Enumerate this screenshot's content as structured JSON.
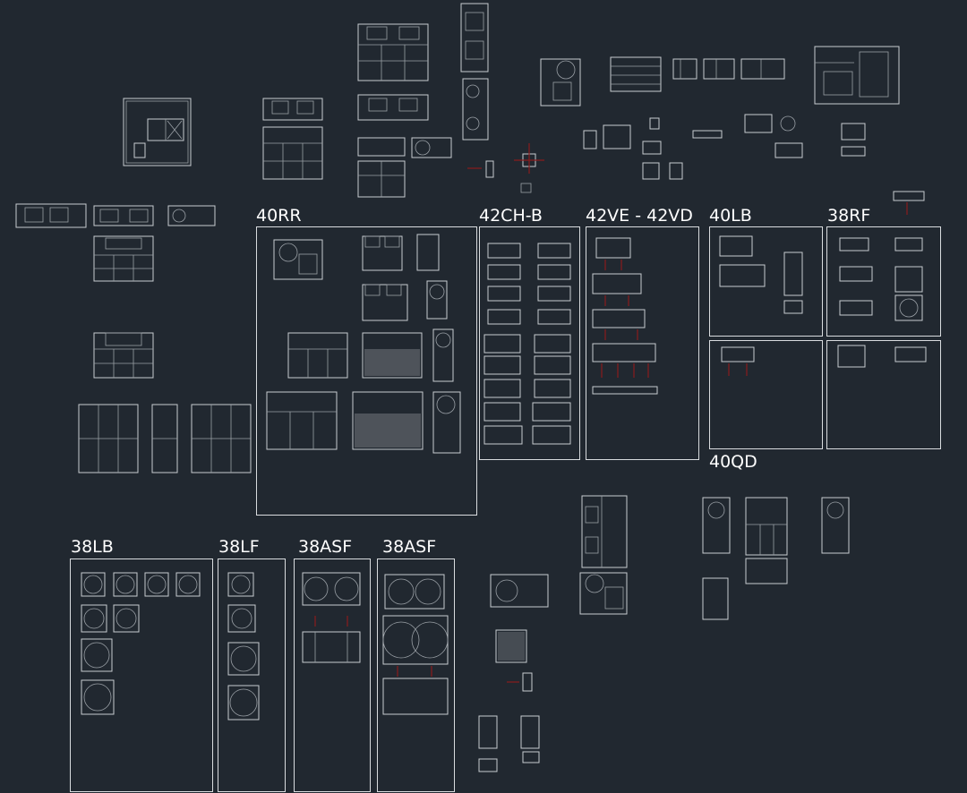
{
  "groups": [
    {
      "id": "40rr",
      "label": "40RR"
    },
    {
      "id": "42ch-b",
      "label": "42CH-B"
    },
    {
      "id": "42ve-42vd",
      "label": "42VE - 42VD"
    },
    {
      "id": "40lb",
      "label": "40LB"
    },
    {
      "id": "38rf",
      "label": "38RF"
    },
    {
      "id": "40qd",
      "label": "40QD"
    },
    {
      "id": "38lb",
      "label": "38LB"
    },
    {
      "id": "38lf",
      "label": "38LF"
    },
    {
      "id": "38asf-1",
      "label": "38ASF"
    },
    {
      "id": "38asf-2",
      "label": "38ASF"
    }
  ],
  "colors": {
    "background": "#212830",
    "linework": "#d9dcdf",
    "accent": "#8a1c1c"
  }
}
